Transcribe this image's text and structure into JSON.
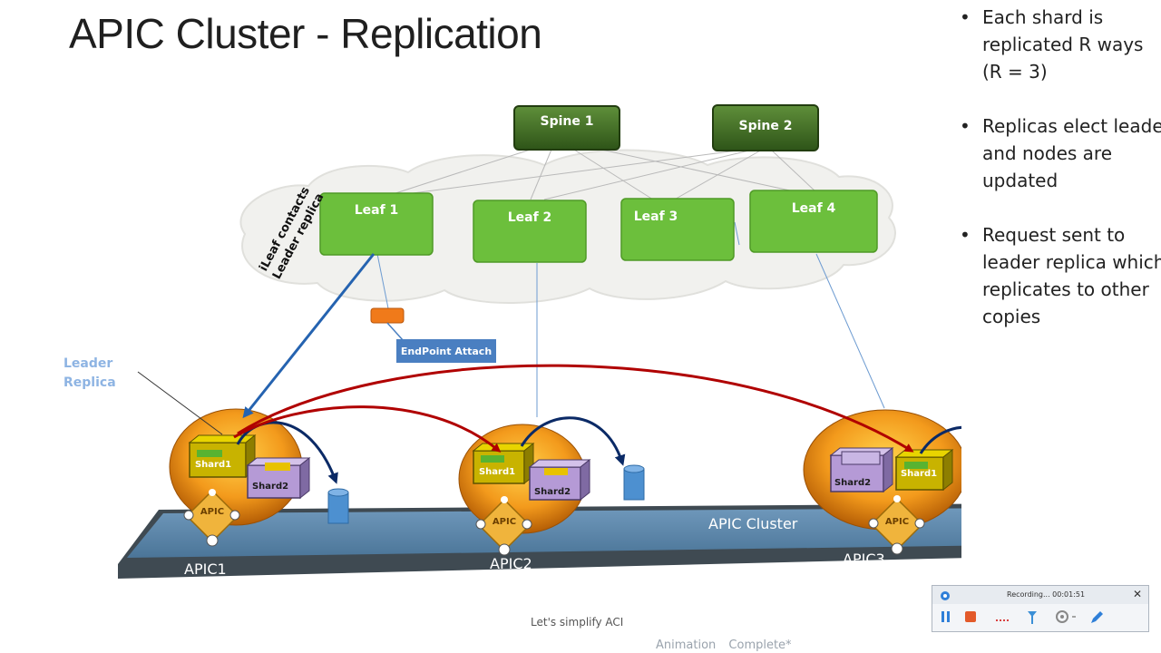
{
  "slide": {
    "title_light": "APIC",
    "title_rest": " Cluster - Replication",
    "footer": "Let's simplify ACI",
    "animation_status": "Animation Complete*"
  },
  "bullets": [
    {
      "lines": [
        "Each shard is",
        "replicated R ways",
        "(R = 3)"
      ]
    },
    {
      "lines": [
        "Replicas elect leader",
        "and nodes are",
        "updated"
      ]
    },
    {
      "lines": [
        "Request sent to",
        "leader replica which",
        "replicates to other",
        "copies"
      ]
    }
  ],
  "diagram": {
    "spines": [
      "Spine 1",
      "Spine 2"
    ],
    "leaves": [
      "Leaf 1",
      "Leaf 2",
      "Leaf 3",
      "Leaf 4"
    ],
    "leader_replica_label": [
      "Leader",
      "Replica"
    ],
    "ileaf_label": [
      "iLeaf contacts",
      "Leader replica"
    ],
    "endpoint_label": "EndPoint Attach",
    "cluster_label": "APIC Cluster",
    "apic_nodes": [
      "APIC1",
      "APIC2",
      "APIC3"
    ],
    "shard_labels": {
      "shard1": "Shard1",
      "shard2": "Shard2"
    },
    "apic_diamond_label": "APIC",
    "colors": {
      "spine": "#3e6b25",
      "leaf": "#6cbf3c",
      "orb": "#f39a1c",
      "platform": "#5b84a7",
      "replication_arrow": "#b00000",
      "leaf_arrow": "#2563b0",
      "loop_arrow": "#0b2a66",
      "db": "#4d90d0"
    }
  },
  "recorder": {
    "status": "Recording... 00:01:51",
    "close": "✕",
    "tools": [
      "pause-icon",
      "stop-icon",
      "draw-icon",
      "cursor-icon",
      "webcam-icon",
      "pen-icon"
    ]
  }
}
